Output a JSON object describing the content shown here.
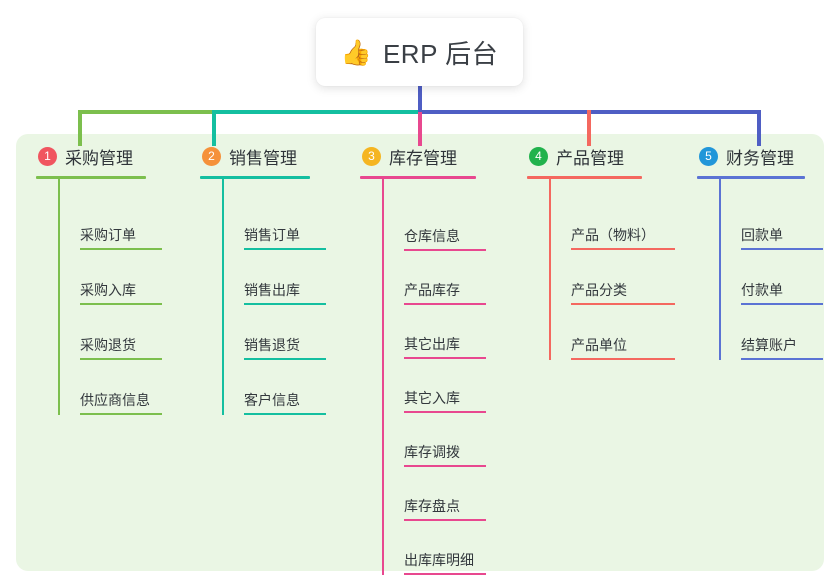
{
  "root": {
    "icon": "thumbs-up-icon",
    "emoji": "👍",
    "title": "ERP 后台"
  },
  "palette": {
    "panel_bg": "#eaf6e4",
    "page_bg": "#ffffff",
    "root_stem": "#4f5ec4",
    "bus_green": "#7cbf4d",
    "bus_teal": "#14bfa0",
    "bus_purple": "#4f5ec4"
  },
  "columns": [
    {
      "index": "1",
      "badge_color": "#f0555f",
      "accent": "#7cbf4d",
      "title": "采购管理",
      "children": [
        {
          "label": "采购订单"
        },
        {
          "label": "采购入库"
        },
        {
          "label": "采购退货"
        },
        {
          "label": "供应商信息"
        }
      ]
    },
    {
      "index": "2",
      "badge_color": "#f5913a",
      "accent": "#14bfa0",
      "title": "销售管理",
      "children": [
        {
          "label": "销售订单"
        },
        {
          "label": "销售出库"
        },
        {
          "label": "销售退货"
        },
        {
          "label": "客户信息"
        }
      ]
    },
    {
      "index": "3",
      "badge_color": "#f5b521",
      "accent": "#e8488f",
      "title": "库存管理",
      "children": [
        {
          "label": "仓库信息"
        },
        {
          "label": "产品库存"
        },
        {
          "label": "其它出库"
        },
        {
          "label": "其它入库"
        },
        {
          "label": "库存调拨"
        },
        {
          "label": "库存盘点"
        },
        {
          "label": "出库库明细"
        }
      ]
    },
    {
      "index": "4",
      "badge_color": "#21b24c",
      "accent": "#f4685f",
      "title": "产品管理",
      "children": [
        {
          "label": "产品（物料）"
        },
        {
          "label": "产品分类"
        },
        {
          "label": "产品单位"
        }
      ]
    },
    {
      "index": "5",
      "badge_color": "#2196d9",
      "accent": "#5b73d4",
      "title": "财务管理",
      "children": [
        {
          "label": "回款单"
        },
        {
          "label": "付款单"
        },
        {
          "label": "结算账户"
        }
      ]
    }
  ]
}
